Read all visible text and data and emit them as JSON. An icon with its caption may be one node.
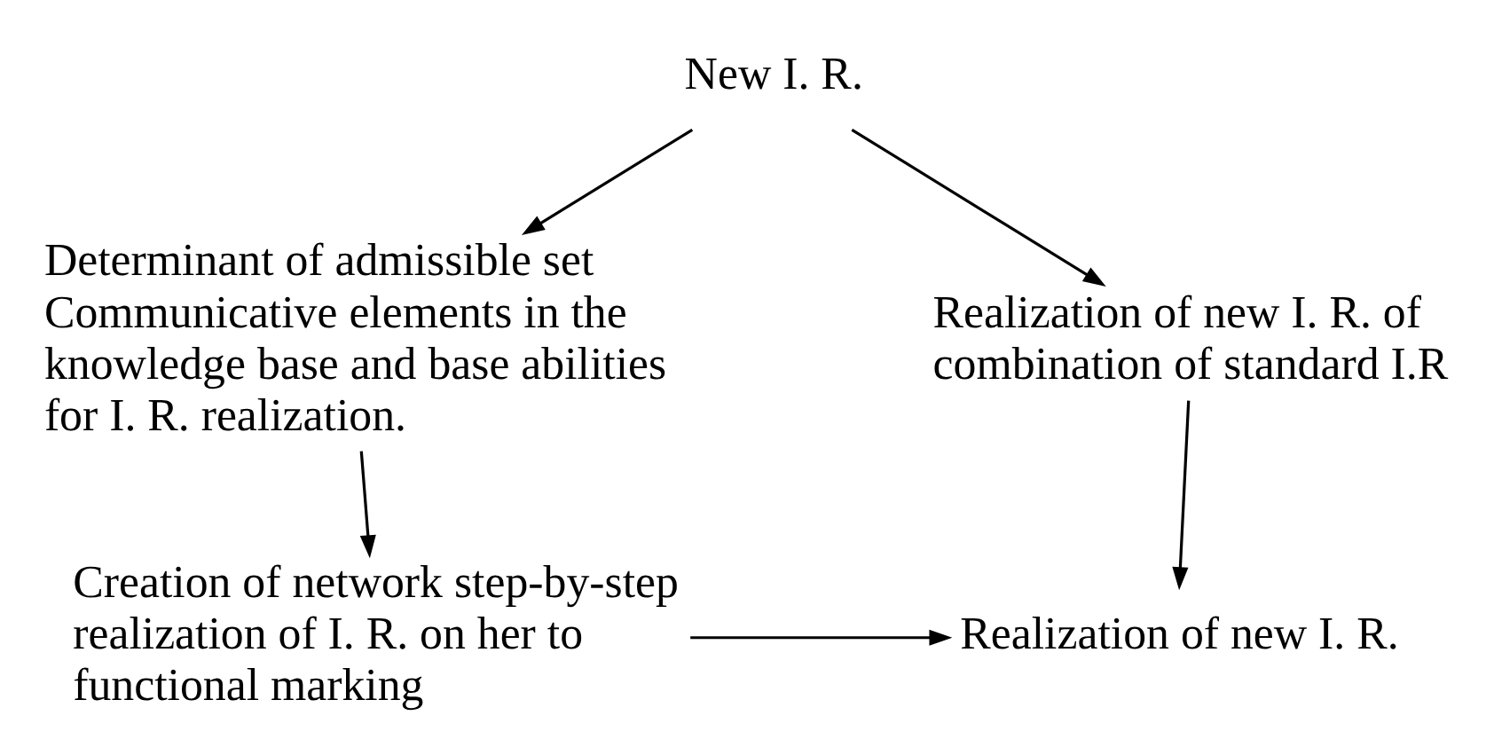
{
  "diagram": {
    "nodes": [
      {
        "text": [
          "New I. R."
        ]
      },
      {
        "text": [
          "Determinant of admissible set Communicative elements in the knowledge base and base abilities for I. R. realization."
        ]
      },
      {
        "text": [
          "Creation of network step-by-step realization of I. R. on her to functional marking"
        ]
      },
      {
        "text": [
          "Realization of new I. R. of combination of standard I.R"
        ]
      },
      {
        "text": [
          "Realization of new I. R."
        ]
      }
    ],
    "edges": [
      {
        "from": 0,
        "to": 1,
        "arrow": "to"
      },
      {
        "from": 0,
        "to": 3,
        "arrow": "to"
      },
      {
        "from": 1,
        "to": 2,
        "arrow": "to"
      },
      {
        "from": 3,
        "to": 4,
        "arrow": "to"
      },
      {
        "from": 2,
        "to": 4,
        "arrow": "to"
      }
    ]
  }
}
